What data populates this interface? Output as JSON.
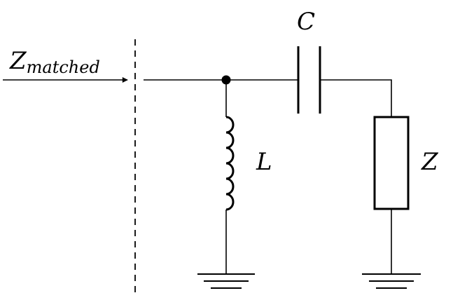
{
  "labels": {
    "z_matched_main": "Z",
    "z_matched_sub": "matched",
    "capacitor": "C",
    "inductor": "L",
    "load": "Z"
  },
  "colors": {
    "stroke": "#000000",
    "background": "#ffffff"
  }
}
